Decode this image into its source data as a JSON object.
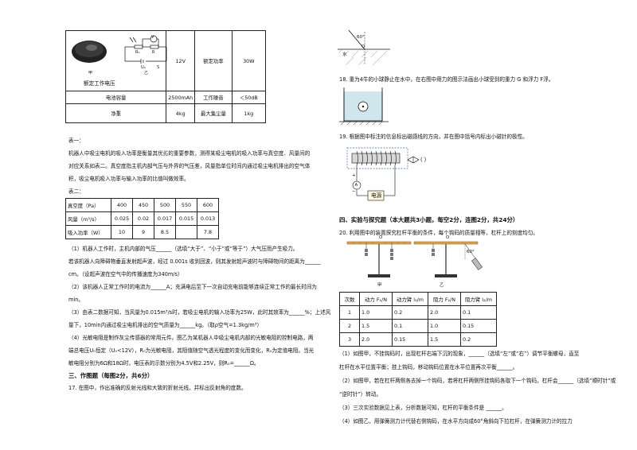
{
  "spec_table": {
    "image_label_left": "甲",
    "image_label_right": "乙",
    "row1": {
      "label": "额定工作电压",
      "value": "12V",
      "label2": "额定功率",
      "value2": "30W"
    },
    "row2": {
      "label": "电池容量",
      "value": "2500mAh",
      "label2": "工作噪音",
      "value2": "＜50dB"
    },
    "row3": {
      "label": "净重",
      "value": "4kg",
      "label2": "最大集尘量",
      "value2": "1kg"
    },
    "circuit_labels": {
      "v": "V",
      "r0": "R₀",
      "r": "R",
      "u0": "U₀",
      "s": "S"
    }
  },
  "left_text": {
    "biao1": "表一：",
    "p1": "机器人中吸尘电机的吸入功率是衡量其优劣的重要参数，测得某吸尘电机的吸入功率与真空度、风量间的",
    "p2": "对应关系如表二。真空度指主机内部气压与外界的气压差，风量指单位时间内通过吸尘电机排出的空气体",
    "p3": "积，吸尘电机吸入功率与输入功率的比值叫做效率。",
    "biao2": "表二："
  },
  "table2": {
    "rows": [
      {
        "label": "真空度（Pa）",
        "cells": [
          "400",
          "450",
          "500",
          "550",
          "600"
        ]
      },
      {
        "label": "风量（m³/s）",
        "cells": [
          "0.025",
          "0.02",
          "0.017",
          "0.015",
          "0.013"
        ]
      },
      {
        "label": "吸入功率（W）",
        "cells": [
          "10",
          "9",
          "8.5",
          "",
          "7.8"
        ]
      }
    ]
  },
  "questions": {
    "q1a": "（1）机器人工作时，主机内部的气压______（选填“大于”、“小于”或“等于”）大气压而产生吸力。",
    "q1b": "若该机器人向障碍物垂直发射超声波，经过 0.001s 收到回波，则其发射超声波时与障碍物间的距离为______",
    "q1c": "cm。（设超声波在空气中的传播速度为340m/s）",
    "q2a": "（2）该机器人正常工作时的电流为______A；充满电后至下一次自动充电前能够连续正常工作的最长时间为",
    "q2b": "min。",
    "q3a": "（3）由表二数据可知，当风量为0.015m³/s时，若吸尘电机的输入功率为25W，此时其效率为______%；上述风",
    "q3b": "量下，10min内通过吸尘电机排出的空气质量为______kg。（取ρ空气=1.3kg/m³）",
    "q4a": "（4）光敏电阻是制作灰尘传感器的常用元件。图乙为某机器人中吸尘电机内部的光敏电阻的控制电路，两",
    "q4b": "端总电压U₀恒定（U₀<12V），R₀为光敏电阻，其阻值随空气透光程度的变化而变化，R₀为定值电阻。当光",
    "q4c": "敏电阻分别为6Ω和18Ω时，电压表的示数分别为4.5V和2.25V，则R₀=______Ω。"
  },
  "section3": {
    "heading": "三、作图题（每图2分，共6分）",
    "q17": "17. 在图中，作出准确的反射光线和大致的折射光线，并标出反射角的度数。"
  },
  "right_text": {
    "fig17_angle": "60°",
    "fig17_o": "O",
    "fig17_water": "水",
    "q18": "18. 重为4牛的小球静止在水中，在右图中用力的图示法画出小球受到的重力 G 和浮力 F浮。",
    "q19": "19. 根据图中标注的信息标出磁感线的方向，并在图中括号内标出小磁针的极性。",
    "fig19_paren": "(     )",
    "fig19_power": "电源",
    "fig19_a": "A",
    "fig19_plus": "+",
    "fig19_minus": "−",
    "section4": "四、实验与探究题（本大题共3小题，每空2分，连图2分，共24分）",
    "q20": "20. 利用图中的装置探究杠杆平衡的条件，每个钩码的质量相等，杠杆上的刻度均匀。",
    "fig20_jia": "甲",
    "fig20_yi": "乙",
    "fig20_o": "O",
    "fig20_angle": "60°"
  },
  "table3": {
    "headers": [
      "次数",
      "动力 F₁/N",
      "动力臂 l₁/m",
      "阻力 F₂/N",
      "阻力臂 l₂/m"
    ],
    "rows": [
      [
        "1",
        "1.0",
        "0.2",
        "2.0",
        "0.1"
      ],
      [
        "2",
        "1.5",
        "0.1",
        "1.0",
        "0.15"
      ],
      [
        "3",
        "2.0",
        "0.15",
        "1.5",
        "0.2"
      ]
    ]
  },
  "q20_parts": {
    "a1": "（1）如图甲，不挂钩码时，出现杠杆右端下沉的现象，______（选填“左”或“右”）调节平衡螺母，直至",
    "a2": "杠杆在水平位置平衡；挂上钩码，移动钩码位置在水平位置再次平衡______。",
    "b1": "（2）如图甲，若在杠杆两侧各去掉一个钩码，若将杠杆两侧所挂钩码各取下一个钩码，杠杆会______（选填“顺时针”或",
    "b2": "“逆时针”）转动。",
    "c": "（3）三次实验数据见上表，分析数据可知，杠杆的平衡条件是 ______。",
    "d": "（4）如图乙，用弹簧测力计代替右侧钩码，在水平方向成60°角斜向下拉杠杆，在弹簧测力计的拉力"
  }
}
